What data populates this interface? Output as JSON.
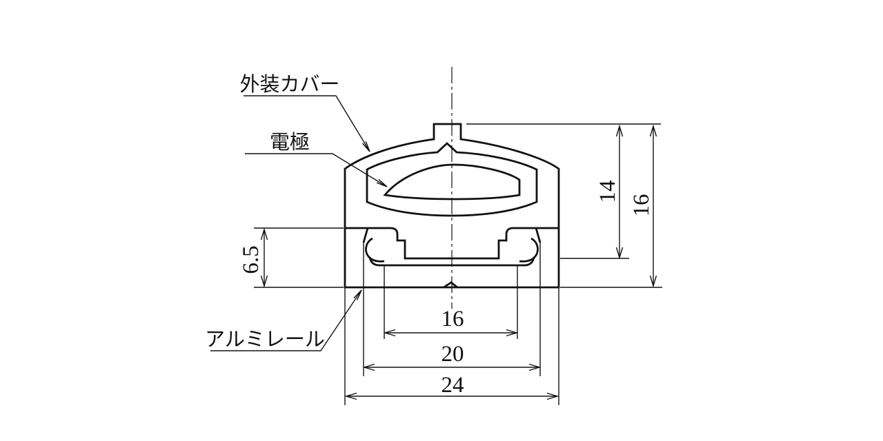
{
  "drawing": {
    "type": "cross-section technical drawing",
    "labels": {
      "cover": "外装カバー",
      "electrode": "電極",
      "rail": "アルミレール"
    },
    "dimensions": {
      "cover_height": "14",
      "overall_height": "16",
      "rail_height": "6.5",
      "inner_slot_width": "16",
      "hook_span_width": "20",
      "overall_width": "24"
    },
    "colors": {
      "line": "#111111",
      "background": "#ffffff"
    }
  }
}
